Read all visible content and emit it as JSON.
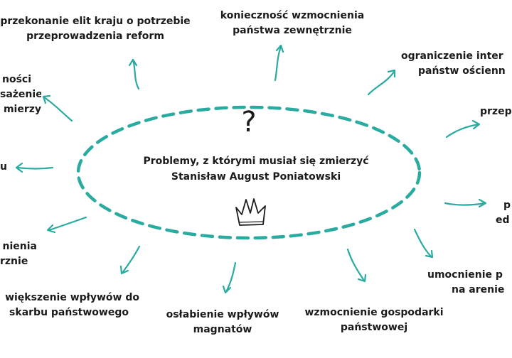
{
  "diagram": {
    "center": {
      "question_mark": "?",
      "title_lines": [
        "Problemy, z którymi musiał się zmierzyć",
        "Stanisław August Poniatowski"
      ]
    },
    "accent_color": "#2aab9f",
    "rays": [
      {
        "id": "top-left",
        "lines": [
          "przekonanie elit kraju o potrzebie",
          "przeprowadzenia reform"
        ]
      },
      {
        "id": "top",
        "lines": [
          "konieczność wzmocnienia",
          "państwa zewnętrznie"
        ]
      },
      {
        "id": "top-right",
        "lines": [
          "ograniczenie inter",
          "państw ościenn"
        ]
      },
      {
        "id": "right-1",
        "lines": [
          "przep"
        ]
      },
      {
        "id": "right-2",
        "lines": [
          "p",
          "ed"
        ]
      },
      {
        "id": "bottom-right",
        "lines": [
          "umocnienie p",
          "na arenie"
        ]
      },
      {
        "id": "bottom-2",
        "lines": [
          "wzmocnienie gospodarki",
          "państwowej"
        ]
      },
      {
        "id": "bottom-3",
        "lines": [
          "osłabienie wpływów",
          "magnatów"
        ]
      },
      {
        "id": "bottom-left",
        "lines": [
          "większenie wpływów do",
          "skarbu państwowego"
        ]
      },
      {
        "id": "left-4",
        "lines": [
          "nienia",
          "rznie"
        ]
      },
      {
        "id": "left-2",
        "lines": [
          "u"
        ]
      },
      {
        "id": "left-1",
        "lines": [
          "ności",
          "sażenie",
          "mierzy"
        ]
      }
    ]
  }
}
